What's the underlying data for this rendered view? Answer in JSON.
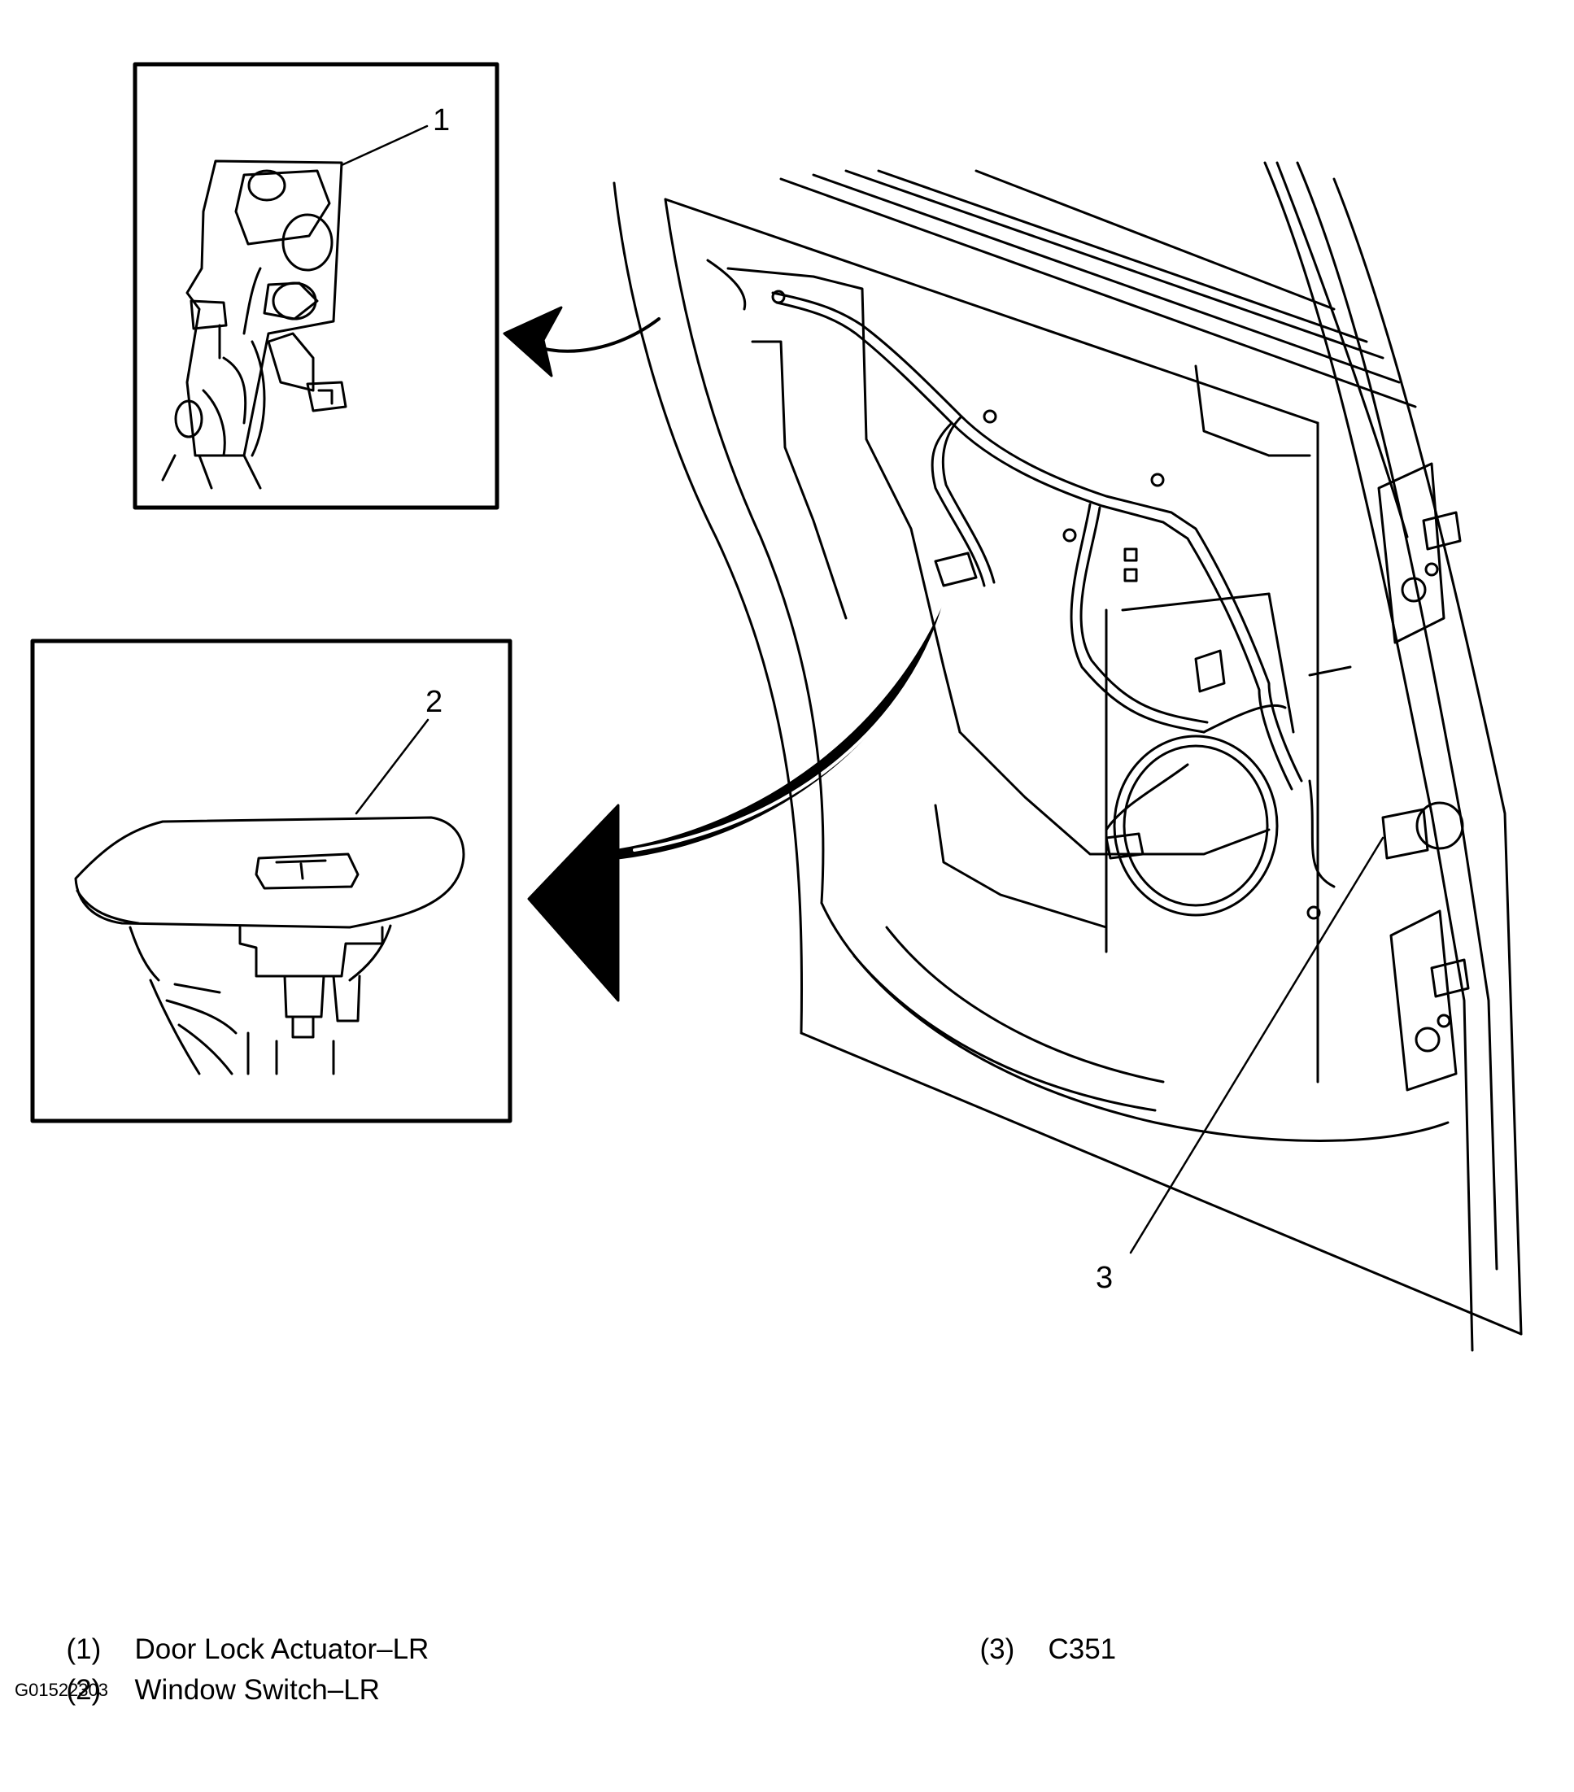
{
  "callouts": {
    "c1": "1",
    "c2": "2",
    "c3": "3"
  },
  "legend": [
    {
      "num": "(1)",
      "label": "Door Lock Actuator–LR"
    },
    {
      "num": "(2)",
      "label": "Window Switch–LR"
    },
    {
      "num": "(3)",
      "label": "C351"
    }
  ],
  "figure_id": "G01522303",
  "colors": {
    "line": "#000000",
    "background": "#ffffff"
  },
  "icons": [
    "door-lock-actuator-icon",
    "window-switch-icon",
    "connector-icon"
  ]
}
